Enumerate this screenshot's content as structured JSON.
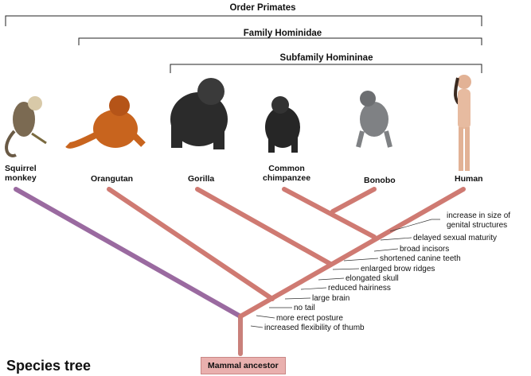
{
  "groups": {
    "order": "Order Primates",
    "family": "Family Hominidae",
    "subfamily": "Subfamily Homininae"
  },
  "species": {
    "squirrel_monkey": "Squirrel\nmonkey",
    "orangutan": "Orangutan",
    "gorilla": "Gorilla",
    "chimpanzee": "Common\nchimpanzee",
    "bonobo": "Bonobo",
    "human": "Human"
  },
  "traits": {
    "t1": "increase in size of",
    "t1b": "genital structures",
    "t2": "delayed sexual maturity",
    "t3": "broad incisors",
    "t4": "shortened canine teeth",
    "t5": "enlarged brow ridges",
    "t6": "elongated skull",
    "t7": "reduced hairiness",
    "t8": "large brain",
    "t9": "no tail",
    "t10": "more erect posture",
    "t11": "increased flexibility of thumb"
  },
  "ancestor": "Mammal ancestor",
  "title": "Species tree",
  "colors": {
    "purple_branch": "#9a6aa0",
    "red_branch": "#cf7a72",
    "ancestor_fill": "#e9b0ae"
  }
}
